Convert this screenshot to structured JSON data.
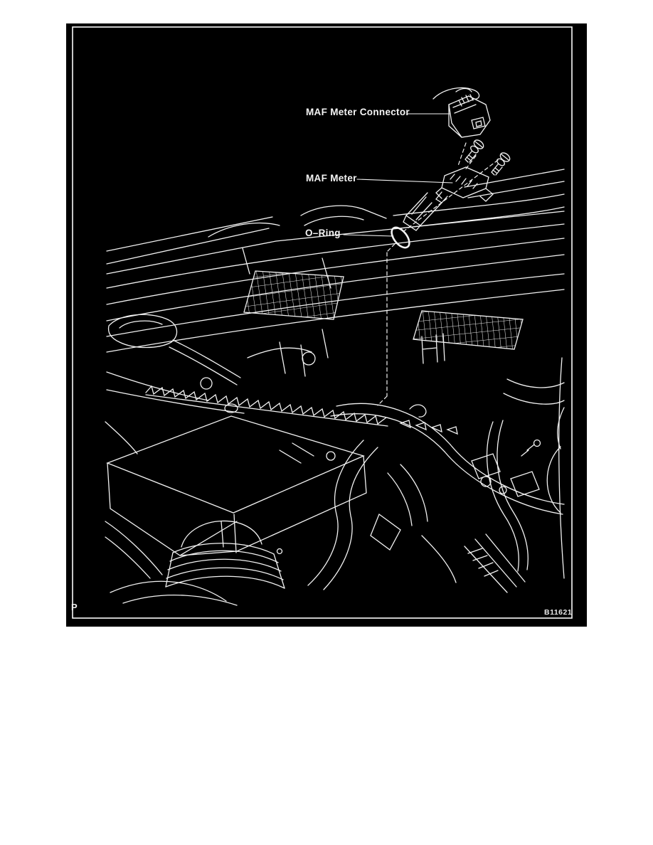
{
  "figure": {
    "labels": {
      "connector": "MAF Meter Connector",
      "maf_meter": "MAF Meter",
      "o_ring": "O–Ring"
    },
    "corner_mark": "P",
    "figure_number": "B11621",
    "colors": {
      "page_background": "#ffffff",
      "panel_background": "#000000",
      "line": "#ffffff",
      "text": "#f5f5f5"
    }
  }
}
